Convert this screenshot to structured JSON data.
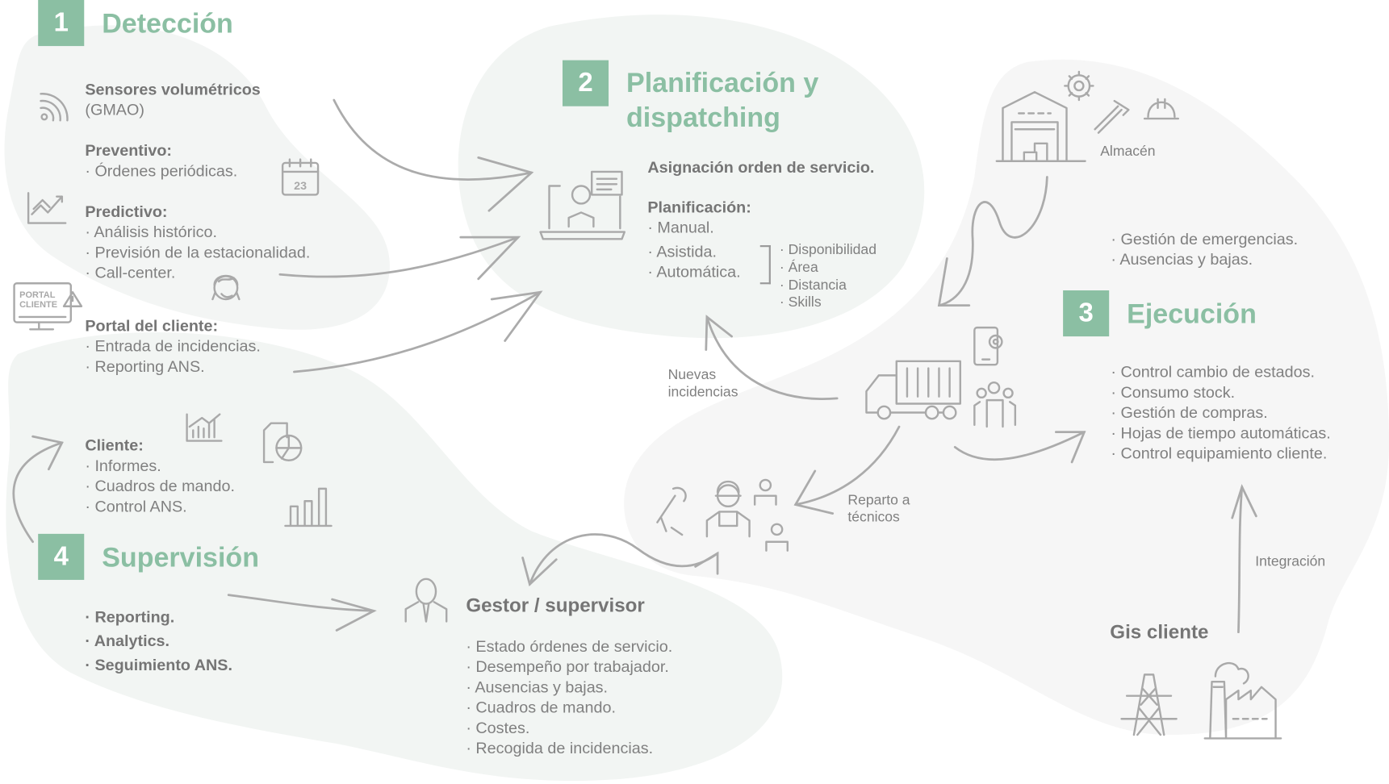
{
  "colors": {
    "accent": "#8bbfa3",
    "text": "#808080",
    "blob_green": "#f2f5f3",
    "blob_gray": "#f6f6f6"
  },
  "detection": {
    "number": "1",
    "title": "Detección",
    "sensors_title": "Sensores volumétricos",
    "sensors_sub": "(GMAO)",
    "preventive_title": "Preventivo:",
    "preventive_items": [
      "· Órdenes periódicas."
    ],
    "predictive_title": "Predictivo:",
    "predictive_items": [
      "· Análisis histórico.",
      "· Previsión de la estacionalidad.",
      "· Call-center."
    ],
    "portal_title": "Portal del cliente:",
    "portal_items": [
      "· Entrada de incidencias.",
      "· Reporting ANS."
    ],
    "portal_icon_label": [
      "PORTAL",
      "CLIENTE"
    ],
    "calendar_day": "23"
  },
  "planning": {
    "number": "2",
    "title_lines": [
      "Planificación y",
      "dispatching"
    ],
    "assignment": "Asignación orden de servicio.",
    "planning_title": "Planificación:",
    "planning_items": [
      "· Manual.",
      "· Asistida.",
      "· Automática."
    ],
    "criteria": [
      "· Disponibilidad",
      "· Área",
      "· Distancia",
      "· Skills"
    ]
  },
  "execution": {
    "number": "3",
    "title": "Ejecución",
    "warehouse_label": "Almacén",
    "top_items": [
      "· Gestión de emergencias.",
      "· Ausencias y bajas."
    ],
    "items": [
      "· Control cambio de estados.",
      "· Consumo stock.",
      "· Gestión de compras.",
      "· Hojas de tiempo automáticas.",
      "· Control equipamiento cliente."
    ],
    "new_incidents": [
      "Nuevas",
      "incidencias"
    ],
    "dispatch_label": [
      "Reparto a",
      "técnicos"
    ],
    "integration_label": "Integración",
    "gis_title": "Gis cliente"
  },
  "supervision": {
    "number": "4",
    "title": "Supervisión",
    "client_title": "Cliente:",
    "client_items": [
      "· Informes.",
      "· Cuadros de mando.",
      "· Control ANS."
    ],
    "items": [
      "· Reporting.",
      "· Analytics.",
      "· Seguimiento ANS."
    ],
    "manager_title": "Gestor / supervisor",
    "manager_items": [
      "· Estado órdenes de servicio.",
      "· Desempeño por trabajador.",
      "· Ausencias y bajas.",
      "· Cuadros de mando.",
      "· Costes.",
      "· Recogida de incidencias."
    ]
  }
}
